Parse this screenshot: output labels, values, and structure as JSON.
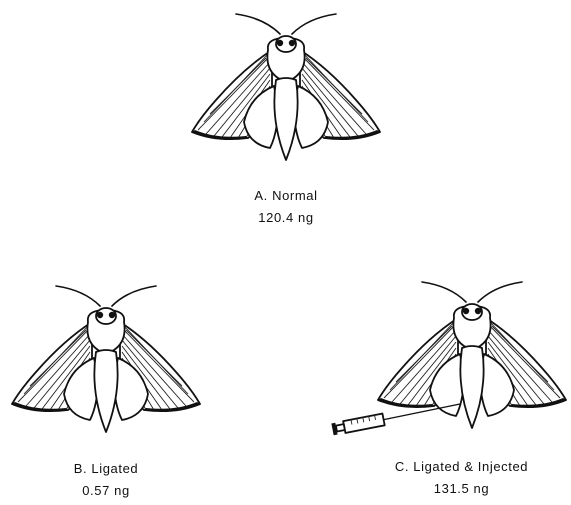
{
  "figure": {
    "specimens": [
      {
        "id": "a",
        "label": "A. Normal",
        "value": "120.4 ng"
      },
      {
        "id": "b",
        "label": "B. Ligated",
        "value": "0.57 ng"
      },
      {
        "id": "c",
        "label": "C. Ligated & Injected",
        "value": "131.5 ng"
      }
    ]
  }
}
